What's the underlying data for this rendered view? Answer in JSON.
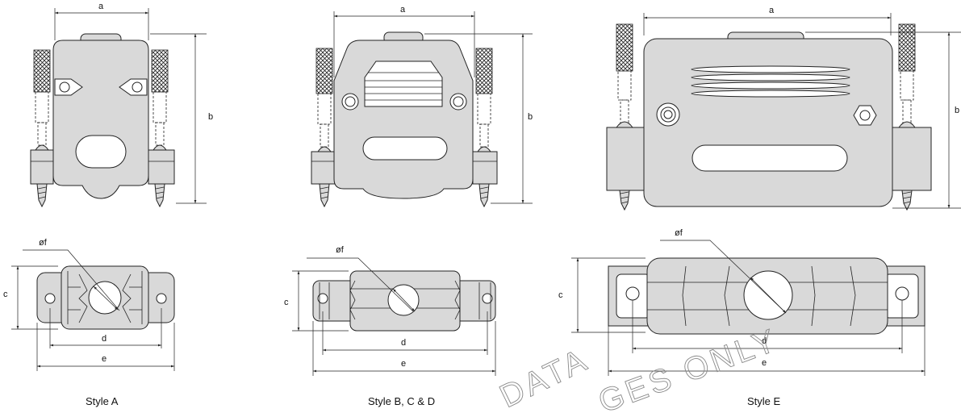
{
  "labels": {
    "a": "a",
    "b": "b",
    "c": "c",
    "d": "d",
    "e": "e",
    "f": "øf"
  },
  "captions": {
    "style_a": "Style A",
    "style_bcd": "Style B, C & D",
    "style_e": "Style E"
  },
  "watermark": {
    "line1": "DATA",
    "line2": "GES ONLY"
  }
}
